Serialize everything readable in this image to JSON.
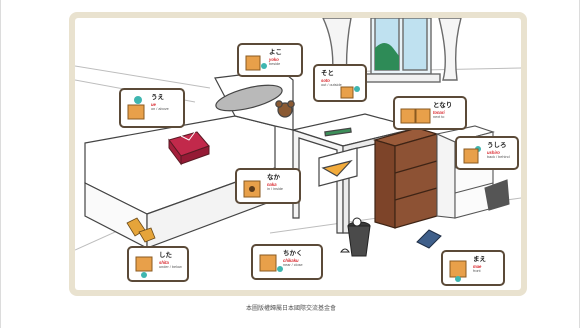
{
  "caption": "本圖版權歸屬日本國際交流基金會",
  "colors": {
    "frame": "#e9e2cf",
    "callout_border": "#5b4a38",
    "box": "#e8a04a",
    "ball": "#3fb6b0",
    "romaji": "#d9262c"
  },
  "callouts": {
    "ue": {
      "jp": "うえ",
      "romaji": "ue",
      "en": "on / above"
    },
    "yoko": {
      "jp": "よこ",
      "romaji": "yoko",
      "en": "beside"
    },
    "soto": {
      "jp": "そと",
      "romaji": "soto",
      "en": "out / outside"
    },
    "tonari": {
      "jp": "となり",
      "romaji": "tonari",
      "en": "next to"
    },
    "ushiro": {
      "jp": "うしろ",
      "romaji": "ushiro",
      "en": "back / behind"
    },
    "naka": {
      "jp": "なか",
      "romaji": "naka",
      "en": "in / inside"
    },
    "shita": {
      "jp": "した",
      "romaji": "shita",
      "en": "under / below"
    },
    "chikaku": {
      "jp": "ちかく",
      "romaji": "chikaku",
      "en": "near / close"
    },
    "mae": {
      "jp": "まえ",
      "romaji": "mae",
      "en": "front"
    }
  }
}
